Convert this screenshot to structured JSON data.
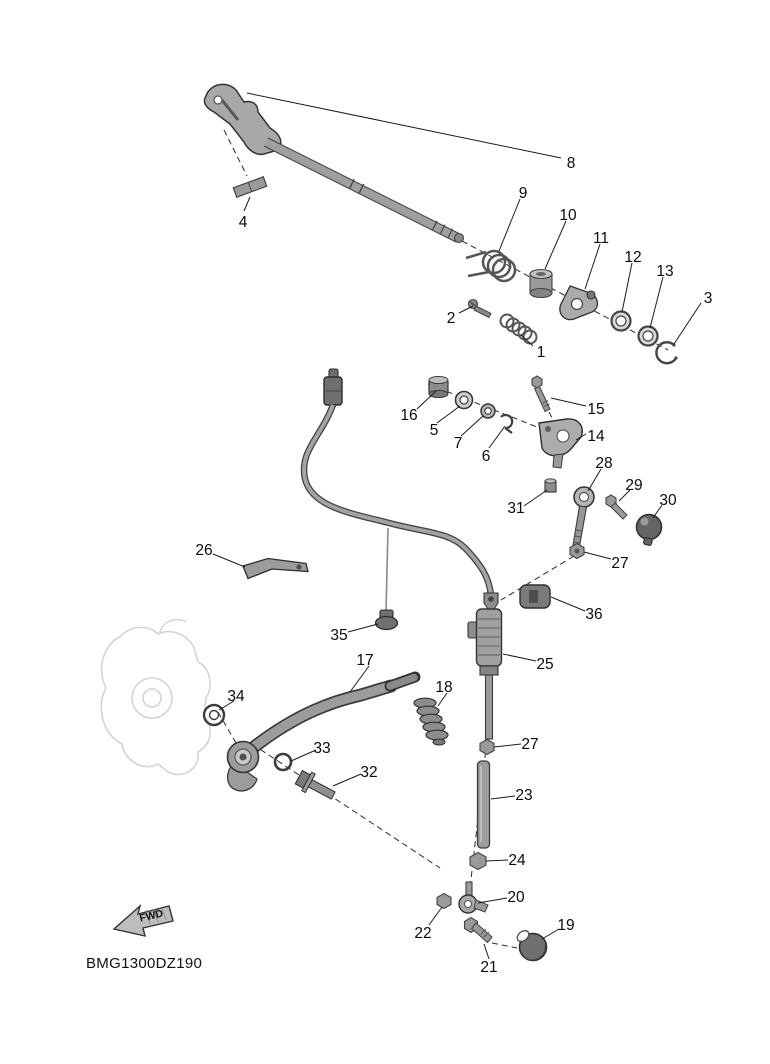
{
  "diagram": {
    "drawing_code": "BMG1300DZ190",
    "direction_label": "FWD"
  },
  "callouts": {
    "1": "1",
    "2": "2",
    "3": "3",
    "4": "4",
    "5": "5",
    "6": "6",
    "7": "7",
    "8": "8",
    "9": "9",
    "10": "10",
    "11": "11",
    "12": "12",
    "13": "13",
    "14": "14",
    "15": "15",
    "16": "16",
    "17": "17",
    "18": "18",
    "19": "19",
    "20": "20",
    "21": "21",
    "22": "22",
    "23": "23",
    "24": "24",
    "25": "25",
    "26": "26",
    "27": "27",
    "27b": "27",
    "28": "28",
    "29": "29",
    "30": "30",
    "31": "31",
    "32": "32",
    "33": "33",
    "34": "34",
    "35": "35",
    "36": "36"
  }
}
